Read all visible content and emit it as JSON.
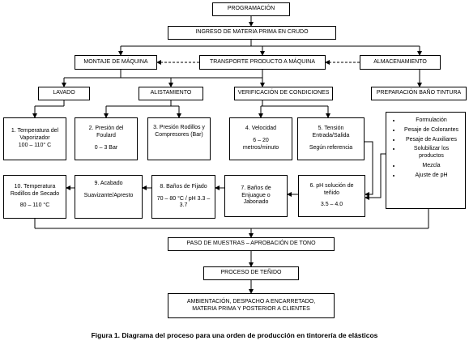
{
  "nodes": {
    "programacion": "PROGRAMACIÓN",
    "ingreso": "INGRESO DE MATERIA PRIMA EN CRUDO",
    "montaje": "MONTAJE DE MÁQUINA",
    "transporte": "TRANSPORTE PRODUCTO A MÁQUINA",
    "almacenamiento": "ALMACENAMIENTO",
    "lavado": "LAVADO",
    "alistamiento": "ALISTAMIENTO",
    "verificacion": "VERIFICACIÓN DE CONDICIONES",
    "preparacion": "PREPARACIÓN BAÑO TINTURA",
    "n1": {
      "l1": "1. Temperatura del",
      "l2": "Vaporizador",
      "l3": "100 – 110° C"
    },
    "n2": {
      "l1": "2. Presión del",
      "l2": "Foulard",
      "l3": "0 – 3 Bar"
    },
    "n3": {
      "l1": "3. Presión Rodillos y",
      "l2": "Compresores (Bar)"
    },
    "n4": {
      "l1": "4. Velocidad",
      "l2": "6 – 20",
      "l3": "metros/minuto"
    },
    "n5": {
      "l1": "5. Tensión",
      "l2": "Entrada/Salida",
      "l3": "Según referencia"
    },
    "n6": {
      "l1": "6. pH solución de",
      "l2": "teñido",
      "l3": "3.5 – 4.0"
    },
    "n7": {
      "l1": "7. Baños de",
      "l2": "Enjuague o",
      "l3": "Jabonado"
    },
    "n8": {
      "l1": "8. Baños de Fijado",
      "l2": "70 – 80 °C / pH 3.3 –",
      "l3": "3.7"
    },
    "n9": {
      "l1": "9. Acabado",
      "l2": "Suavizante/Apresto"
    },
    "n10": {
      "l1": "10. Temperatura",
      "l2": "Rodillos de Secado",
      "l3": "80 – 110 °C"
    },
    "bullets": [
      "Formulación",
      "Pesaje de Colorantes",
      "Pesaje de Auxiliares",
      "Solubilizar los productos",
      "Mezcla",
      "Ajuste de pH"
    ],
    "paso": "PASO DE MUESTRAS – APROBACIÓN DE TONO",
    "proceso": "PROCESO DE TEÑIDO",
    "ambientacion": {
      "l1": "AMBIENTACIÓN, DESPACHO A ENCARRETADO,",
      "l2": "MATERIA PRIMA Y POSTERIOR A CLIENTES"
    }
  },
  "caption": "Figura 1. Diagrama del proceso para una orden de producción en tintorería de elásticos"
}
